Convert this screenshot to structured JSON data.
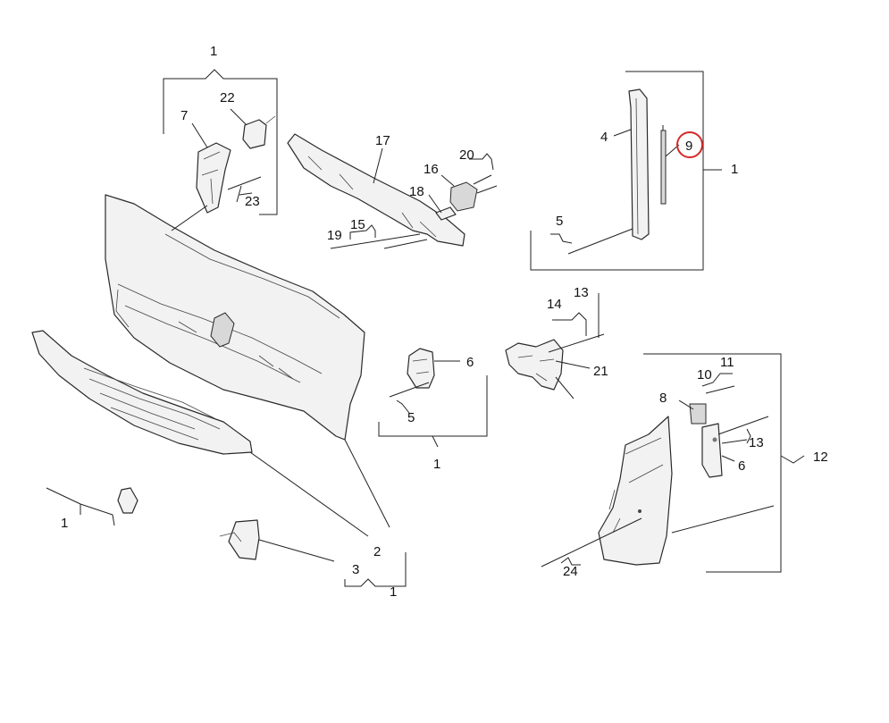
{
  "highlight_color": "#d62828",
  "highlighted_callout": "9",
  "callouts": {
    "c1_top_left": "1",
    "c22": "22",
    "c7": "7",
    "c23": "23",
    "c17": "17",
    "c20": "20",
    "c16": "16",
    "c18": "18",
    "c19": "19",
    "c15": "15",
    "c4": "4",
    "c9": "9",
    "c1_top_right": "1",
    "c5_top_right": "5",
    "c14": "14",
    "c13_mid": "13",
    "c6_mid": "6",
    "c21": "21",
    "c5_mid": "5",
    "c1_mid": "1",
    "c11": "11",
    "c10": "10",
    "c8": "8",
    "c13_right": "13",
    "c12": "12",
    "c6_right": "6",
    "c24": "24",
    "c1_bottom_left": "1",
    "c2": "2",
    "c3": "3",
    "c1_bottom": "1"
  }
}
